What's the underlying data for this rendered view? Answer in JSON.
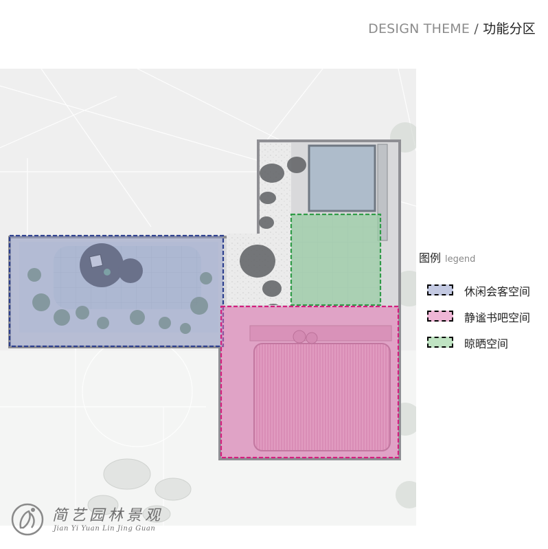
{
  "header": {
    "title_en": "DESIGN THEME",
    "separator": " / ",
    "title_cn": "功能分区"
  },
  "legend": {
    "title": "图例",
    "subtitle": "legend",
    "items": [
      {
        "label": "休闲会客空间",
        "color": "#2c3f8e"
      },
      {
        "label": "静谧书吧空间",
        "color": "#d21f7e"
      },
      {
        "label": "晾晒空间",
        "color": "#2f9b47"
      }
    ]
  },
  "zone_colors": {
    "leisure_fill": "#c3c9e2",
    "reading_fill": "#efb6d6",
    "drying_fill": "#bfe3c2"
  },
  "logo": {
    "name": "简艺园林景观",
    "pinyin": "Jian Yi Yuan Lin Jing Guan"
  }
}
